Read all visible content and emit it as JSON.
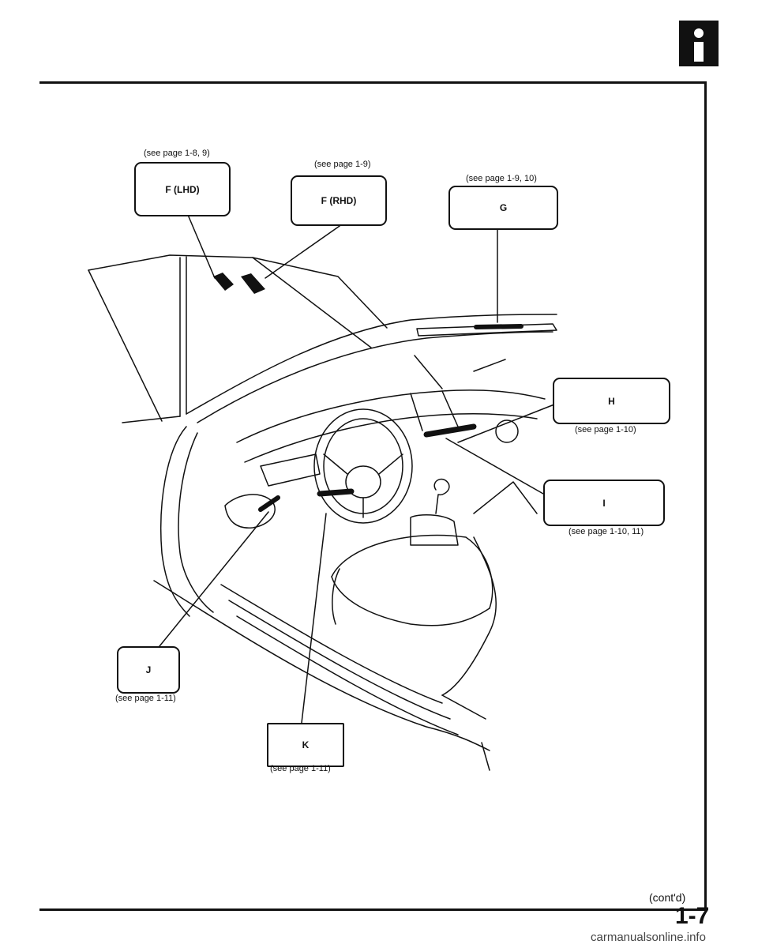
{
  "header": {
    "info_icon": "info-icon"
  },
  "callouts": {
    "f_lhd": {
      "label": "F (LHD)",
      "ref": "(see page 1-8, 9)"
    },
    "f_rhd": {
      "label": "F (RHD)",
      "ref": "(see page 1-9)"
    },
    "g": {
      "label": "G",
      "ref": "(see page 1-9, 10)"
    },
    "h": {
      "label": "H",
      "ref": "(see page 1-10)"
    },
    "i": {
      "label": "I",
      "ref": "(see page 1-10, 11)"
    },
    "j": {
      "label": "J",
      "ref": "(see page 1-11)"
    },
    "k": {
      "label": "K",
      "ref": "(see page 1-11)"
    }
  },
  "footer": {
    "contd": "(cont'd)",
    "page_number": "1-7",
    "watermark": "carmanualsonline.info"
  }
}
